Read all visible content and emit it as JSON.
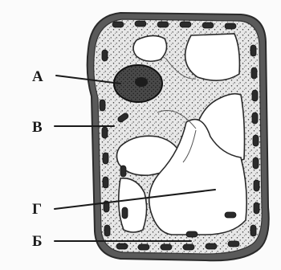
{
  "labels": {
    "a": "А",
    "v": "В",
    "g": "Г",
    "b": "Б"
  }
}
